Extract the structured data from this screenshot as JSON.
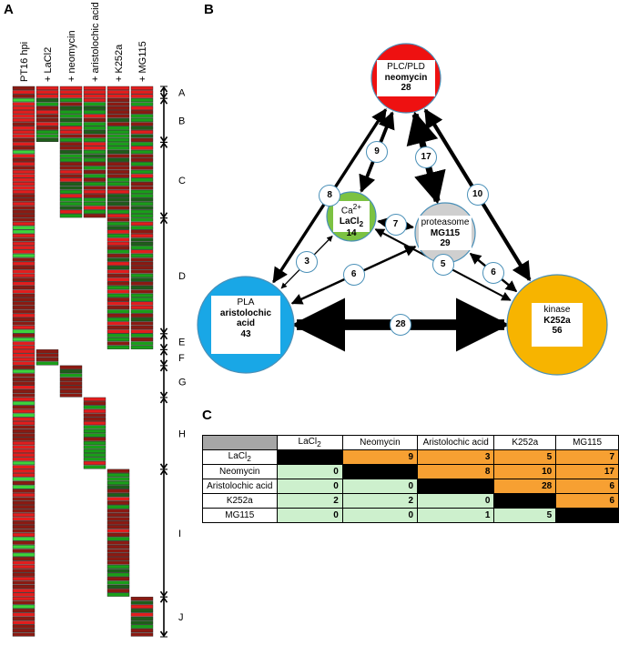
{
  "panels": {
    "a": "A",
    "b": "B",
    "c": "C"
  },
  "heatmap": {
    "columns": [
      "PT16 hpi",
      "+ LaCl2",
      "+ neomycin",
      "+ aristolochic acid",
      "+ K252a",
      "+ MG115"
    ],
    "clusters": [
      {
        "label": "A",
        "rows": 3
      },
      {
        "label": "B",
        "rows": 11
      },
      {
        "label": "C",
        "rows": 19
      },
      {
        "label": "D",
        "rows": 29
      },
      {
        "label": "E",
        "rows": 4
      },
      {
        "label": "F",
        "rows": 4
      },
      {
        "label": "G",
        "rows": 8
      },
      {
        "label": "H",
        "rows": 18
      },
      {
        "label": "I",
        "rows": 32
      },
      {
        "label": "J",
        "rows": 10
      }
    ],
    "colors": {
      "red": "#e21d1d",
      "dark_red": "#8b1a12",
      "green": "#1a9e1a",
      "dark_green": "#1e5e1a",
      "light_green": "#3cd33c"
    }
  },
  "network": {
    "nodes": [
      {
        "id": "plc",
        "title": "PLC/PLD",
        "drug": "neomycin",
        "count": "28",
        "color": "#ee1111"
      },
      {
        "id": "ca",
        "title": "Ca2+",
        "drug": "LaCl2",
        "count": "14",
        "color": "#7cc242"
      },
      {
        "id": "prot",
        "title": "proteasome",
        "drug": "MG115",
        "count": "29",
        "color": "#cfcfcf"
      },
      {
        "id": "pla",
        "title": "PLA",
        "drug": "aristolochic acid",
        "count": "43",
        "color": "#19a7e6"
      },
      {
        "id": "kin",
        "title": "kinase",
        "drug": "K252a",
        "count": "56",
        "color": "#f7b400"
      }
    ],
    "edges": [
      {
        "from": "ca",
        "to": "plc",
        "weight": "9"
      },
      {
        "from": "prot",
        "to": "plc",
        "weight": "17"
      },
      {
        "from": "pla",
        "to": "plc",
        "weight": "8"
      },
      {
        "from": "kin",
        "to": "plc",
        "weight": "10"
      },
      {
        "from": "prot",
        "to": "ca",
        "weight": "7"
      },
      {
        "from": "pla",
        "to": "ca",
        "weight": "3"
      },
      {
        "from": "pla",
        "to": "prot",
        "weight": "6"
      },
      {
        "from": "ca",
        "to": "kin",
        "weight": "5"
      },
      {
        "from": "prot",
        "to": "kin",
        "weight": "6"
      },
      {
        "from": "pla",
        "to": "kin",
        "weight": "28"
      }
    ]
  },
  "table": {
    "headers": [
      "",
      "LaCl2",
      "Neomycin",
      "Aristolochic acid",
      "K252a",
      "MG115"
    ],
    "rows": [
      {
        "label": "LaCl2",
        "cells": [
          "",
          "9",
          "3",
          "5",
          "7"
        ]
      },
      {
        "label": "Neomycin",
        "cells": [
          "0",
          "",
          "8",
          "10",
          "17"
        ]
      },
      {
        "label": "Aristolochic acid",
        "cells": [
          "0",
          "0",
          "",
          "28",
          "6"
        ]
      },
      {
        "label": "K252a",
        "cells": [
          "2",
          "2",
          "0",
          "",
          "6"
        ]
      },
      {
        "label": "MG115",
        "cells": [
          "0",
          "0",
          "1",
          "5",
          ""
        ]
      }
    ],
    "colors": {
      "header": "#a6a6a6",
      "upper": "#f7a032",
      "lower": "#cdf0cd",
      "diagonal": "#000000"
    }
  }
}
